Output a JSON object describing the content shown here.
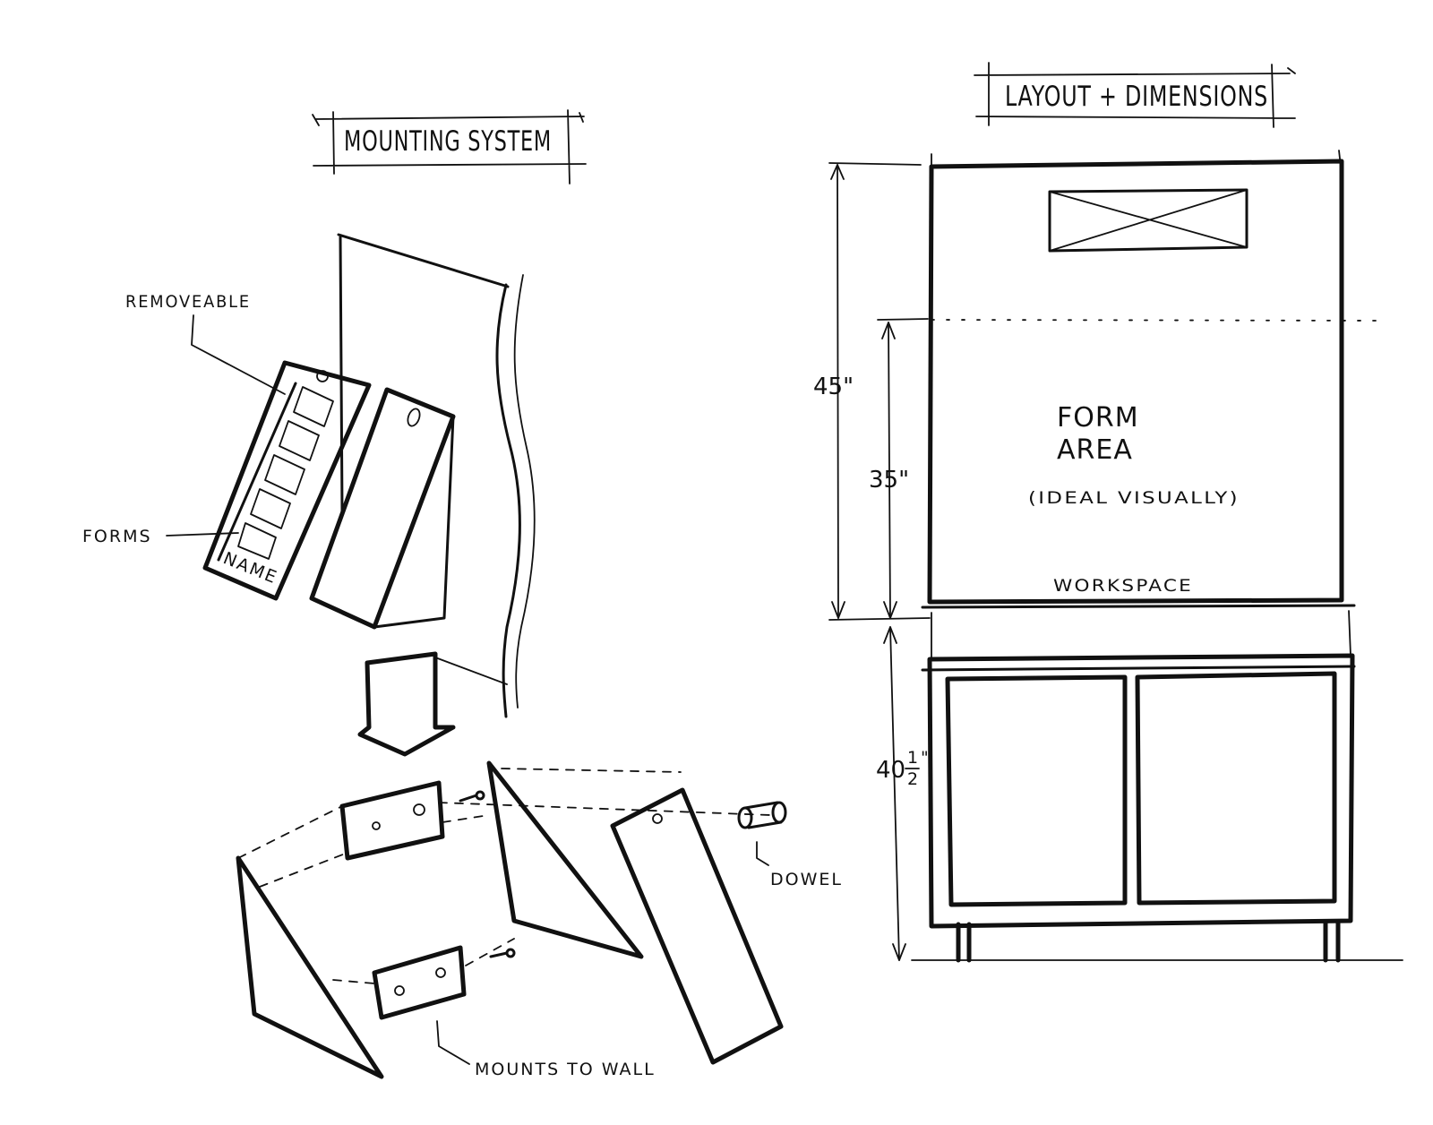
{
  "left_sketch": {
    "title": "MOUNTING SYSTEM",
    "labels": {
      "removeable": "REMOVEABLE",
      "forms": "FORMS",
      "name": "NAME",
      "dowel": "DOWEL",
      "mounts_to_wall": "MOUNTS TO WALL"
    }
  },
  "right_sketch": {
    "title": "LAYOUT + DIMENSIONS",
    "labels": {
      "form_area_line1": "FORM",
      "form_area_line2": "AREA",
      "ideal": "(IDEAL VISUALLY)",
      "workspace": "WORKSPACE"
    },
    "dimensions": {
      "overall_upper": "45\"",
      "form_area": "35\"",
      "cabinet_whole": "40",
      "cabinet_fraction_num": "1",
      "cabinet_fraction_den": "2",
      "cabinet_inch": "\""
    }
  },
  "colors": {
    "ink": "#111111",
    "paper": "#ffffff"
  }
}
